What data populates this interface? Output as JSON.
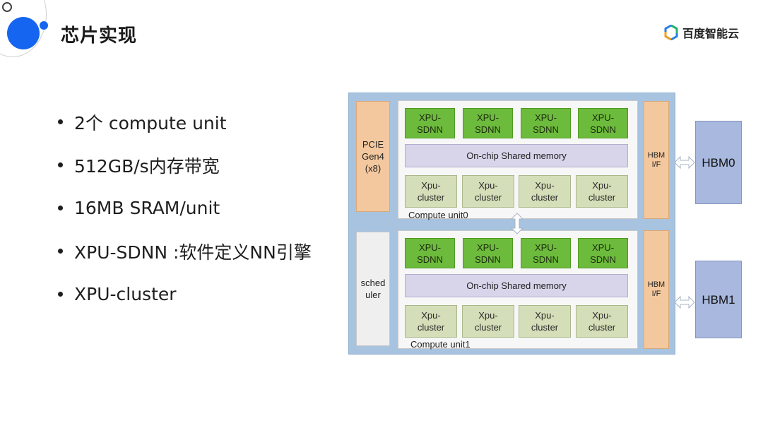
{
  "header": {
    "title": "芯片实现",
    "brand": "百度智能云"
  },
  "bullets": [
    "2个 compute unit",
    "512GB/s内存带宽",
    "16MB SRAM/unit",
    "XPU-SDNN :软件定义NN引擎",
    "XPU-cluster"
  ],
  "diagram": {
    "pcie": [
      "PCIE",
      "Gen4",
      "(x8)"
    ],
    "scheduler": [
      "sched",
      "uler"
    ],
    "units": [
      {
        "label": "Compute unit0",
        "sdnn": [
          "XPU-",
          "SDNN"
        ],
        "shared": "On-chip Shared memory",
        "cluster": [
          "Xpu-",
          "cluster"
        ]
      },
      {
        "label": "Compute unit1",
        "sdnn": [
          "XPU-",
          "SDNN"
        ],
        "shared": "On-chip Shared memory",
        "cluster": [
          "Xpu-",
          "cluster"
        ]
      }
    ],
    "hbm_if": [
      "HBM",
      "I/F"
    ],
    "hbm": [
      "HBM0",
      "HBM1"
    ]
  },
  "colors": {
    "accent": "#1565f0",
    "sdnn": "#6dbb3c",
    "cluster": "#d4deb8",
    "shared": "#d8d4ea",
    "interface": "#f4c89e",
    "hbm": "#a8b8de",
    "chip": "#a7c3df"
  },
  "icons": [
    "brand-logo-icon"
  ]
}
